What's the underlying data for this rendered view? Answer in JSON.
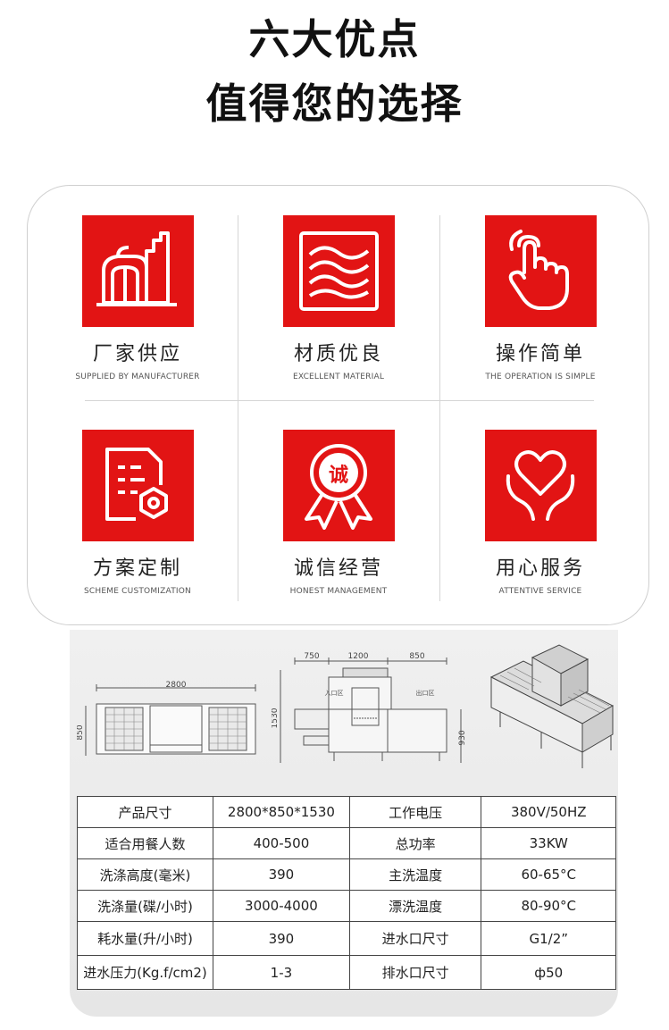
{
  "headline": {
    "line1": "六大优点",
    "line2": "值得您的选择"
  },
  "features": [
    {
      "icon": "factory-icon",
      "title": "厂家供应",
      "subtitle": "SUPPLIED BY MANUFACTURER"
    },
    {
      "icon": "waves-icon",
      "title": "材质优良",
      "subtitle": "EXCELLENT MATERIAL"
    },
    {
      "icon": "pointing-hand-icon",
      "title": "操作简单",
      "subtitle": "THE OPERATION IS SIMPLE"
    },
    {
      "icon": "document-gear-icon",
      "title": "方案定制",
      "subtitle": "SCHEME CUSTOMIZATION"
    },
    {
      "icon": "badge-ribbon-icon",
      "title": "诚信经营",
      "subtitle": "HONEST MANAGEMENT",
      "badge_char": "诚"
    },
    {
      "icon": "heart-hands-icon",
      "title": "用心服务",
      "subtitle": "ATTENTIVE SERVICE"
    }
  ],
  "drawings": {
    "top_view": {
      "width_label": "2800",
      "depth_label": "850"
    },
    "front_view": {
      "seg1": "750",
      "seg2": "1200",
      "seg3": "850",
      "height_label": "1530",
      "table_height": "930",
      "inlet_zone": "入口区",
      "outlet_zone": "出口区"
    }
  },
  "colors": {
    "accent": "#e21414"
  },
  "spec_table": [
    [
      "产品尺寸",
      "2800*850*1530",
      "工作电压",
      "380V/50HZ"
    ],
    [
      "适合用餐人数",
      "400-500",
      "总功率",
      "33KW"
    ],
    [
      "洗涤高度(毫米)",
      "390",
      "主洗温度",
      "60-65°C"
    ],
    [
      "洗涤量(碟/小时)",
      "3000-4000",
      "漂洗温度",
      "80-90°C"
    ],
    [
      "耗水量(升/小时)",
      "390",
      "进水口尺寸",
      "G1/2”"
    ],
    [
      "进水压力(Kg.f/cm2)",
      "1-3",
      "排水口尺寸",
      "ф50"
    ]
  ]
}
